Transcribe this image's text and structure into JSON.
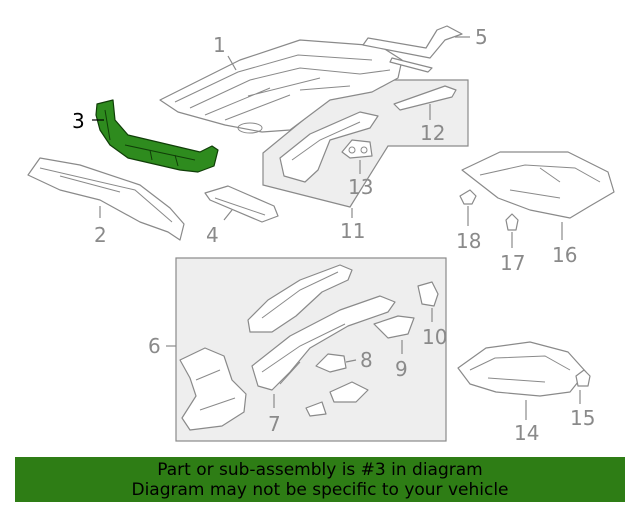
{
  "callouts": {
    "c1": "1",
    "c2": "2",
    "c3": "3",
    "c4": "4",
    "c5": "5",
    "c6": "6",
    "c7": "7",
    "c8": "8",
    "c9": "9",
    "c10": "10",
    "c11": "11",
    "c12": "12",
    "c13": "13",
    "c14": "14",
    "c15": "15",
    "c16": "16",
    "c17": "17",
    "c18": "18"
  },
  "highlighted_callout": "3",
  "colors": {
    "highlight": "#2e8b1e",
    "banner": "#2e7d15",
    "line": "#8a8a8a"
  },
  "banner": {
    "line1": "Part or sub-assembly is #3 in diagram",
    "line2": "Diagram may not be specific to your vehicle"
  }
}
